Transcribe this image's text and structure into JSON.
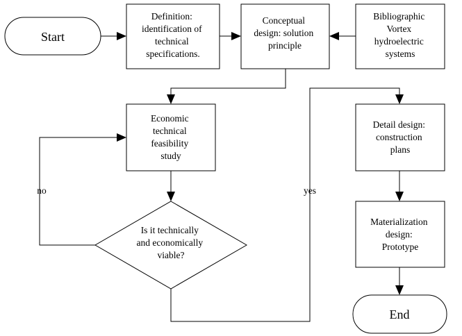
{
  "diagram": {
    "nodes": {
      "start": {
        "label": "Start"
      },
      "definition": {
        "lines": [
          "Definition:",
          "identification of",
          "technical",
          "specifications."
        ]
      },
      "conceptual": {
        "lines": [
          "Conceptual",
          "design: solution",
          "principle"
        ]
      },
      "bibliographic": {
        "lines": [
          "Bibliographic",
          "Vortex",
          "hydroelectric",
          "systems"
        ]
      },
      "feasibility": {
        "lines": [
          "Economic",
          "technical",
          "feasibility",
          "study"
        ]
      },
      "decision": {
        "lines": [
          "Is it technically",
          "and economically",
          "viable?"
        ]
      },
      "detail": {
        "lines": [
          "Detail design:",
          "construction",
          "plans"
        ]
      },
      "materialization": {
        "lines": [
          "Materialization",
          "design:",
          "Prototype"
        ]
      },
      "end": {
        "label": "End"
      }
    },
    "edge_labels": {
      "no": "no",
      "yes": "yes"
    }
  }
}
